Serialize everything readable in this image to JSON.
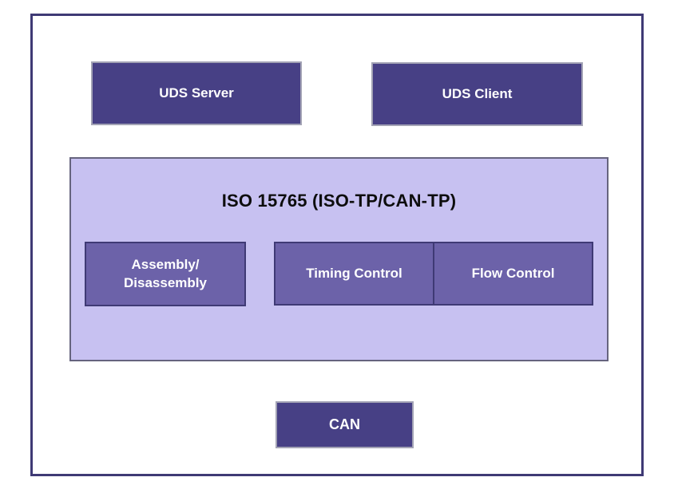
{
  "colors": {
    "frame_border": "#3f3a75",
    "dark_box_fill": "#474085",
    "dark_box_border": "#a3a3b5",
    "container_fill": "#c7c1f1",
    "container_border": "#66647e",
    "inner_box_fill": "#6c62a9",
    "inner_box_border": "#3f3a75",
    "title_text": "#0d0d0d",
    "box_text": "#ffffff"
  },
  "diagram": {
    "uds_server_label": "UDS Server",
    "uds_client_label": "UDS Client",
    "iso_layer_title": "ISO 15765 (ISO-TP/CAN-TP)",
    "assembly_label": "Assembly/\nDisassembly",
    "timing_label": "Timing Control",
    "flow_label": "Flow Control",
    "can_label": "CAN"
  }
}
